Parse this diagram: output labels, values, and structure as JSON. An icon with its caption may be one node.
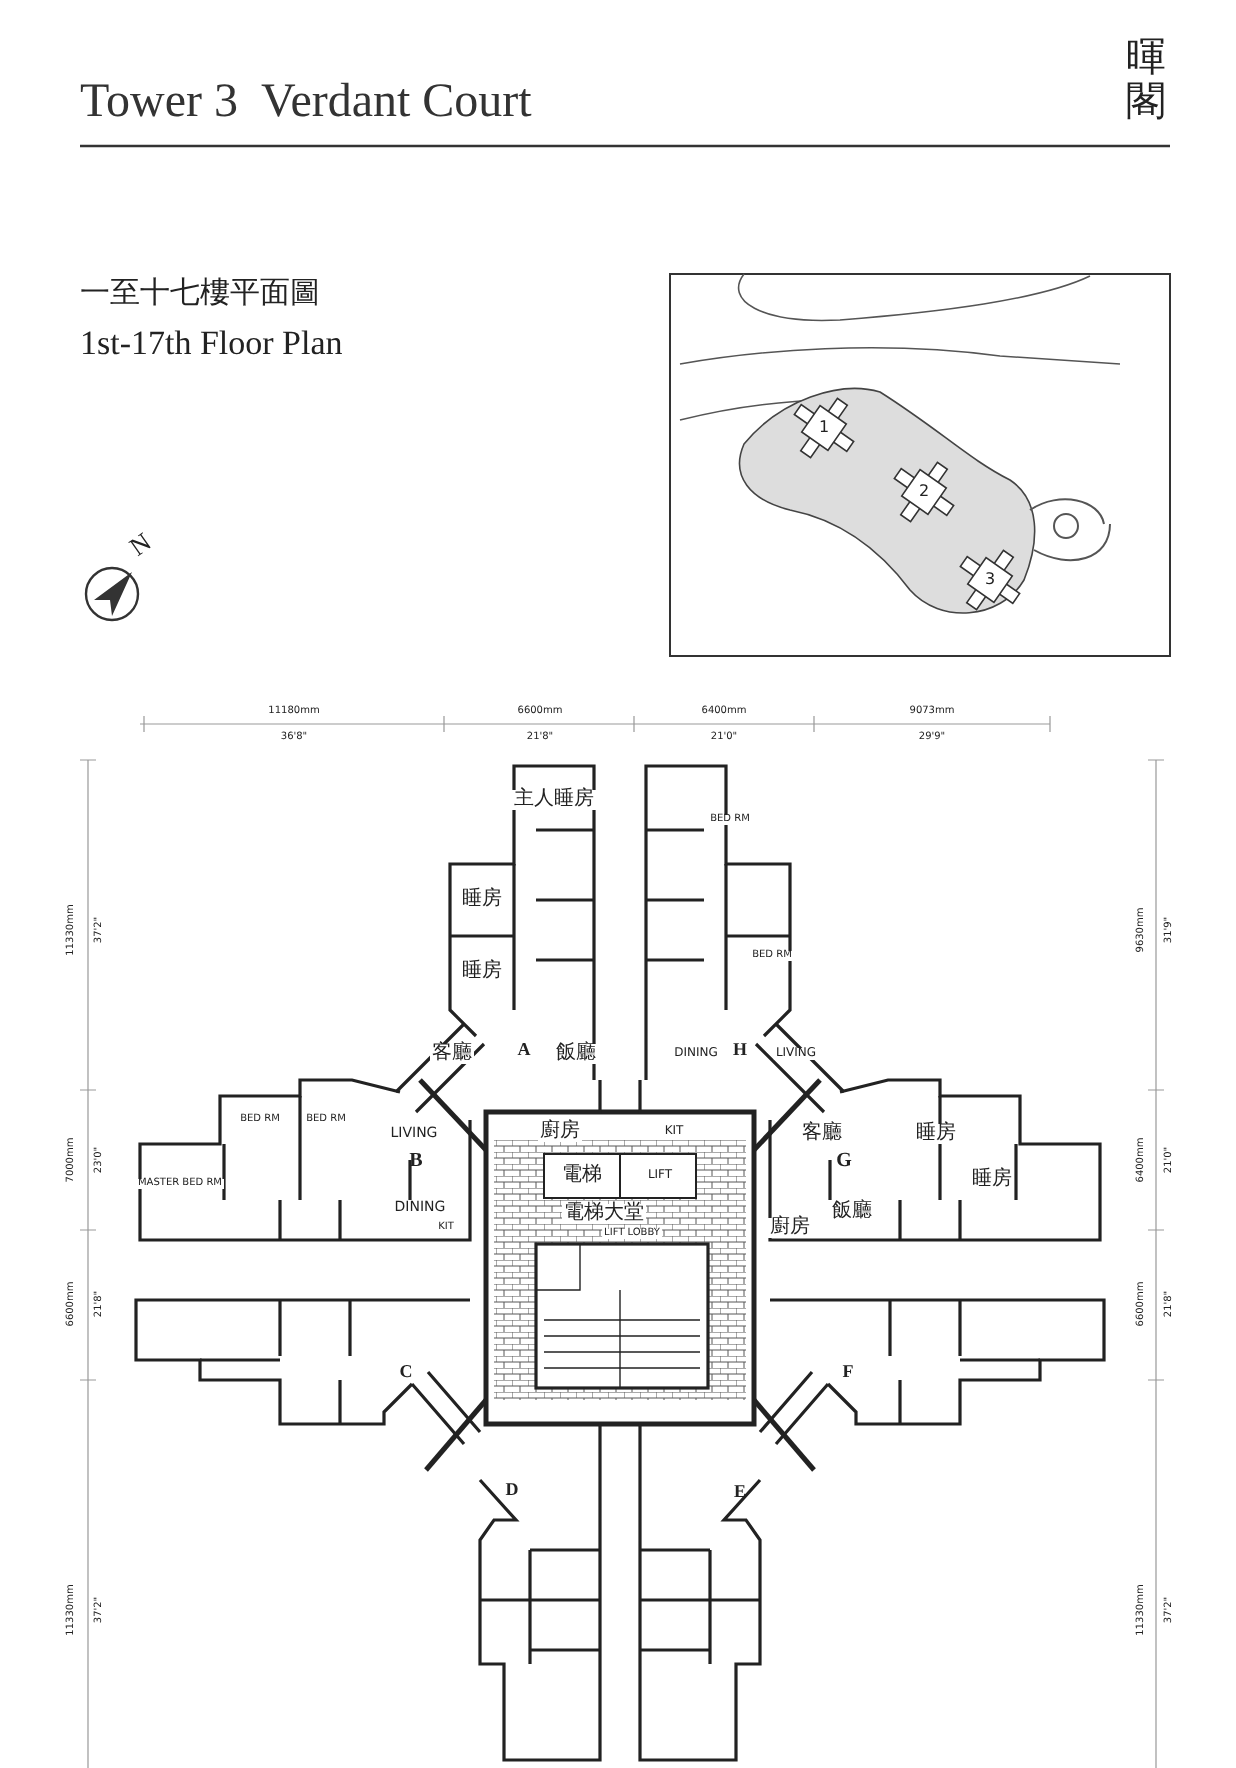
{
  "diagram": {
    "title": "Tower 3  Verdant Court",
    "labels": [
      "暉閣",
      "一至十七樓平面圖",
      "1st-17th Floor Plan",
      "1",
      "2",
      "3",
      "N",
      "11180mm",
      "36'8\"",
      "6600mm",
      "21'8\"",
      "6400mm",
      "21'0\"",
      "9073mm",
      "29'9\"",
      "主人睡房",
      "BED RM",
      "睡房",
      "BED RM",
      "睡房",
      "客廳",
      "A",
      "飯廳",
      "DINING",
      "H",
      "LIVING",
      "BED RM",
      "BED RM",
      "LIVING",
      "廚房",
      "KIT",
      "客廳",
      "睡房",
      "MASTER BED RM",
      "B",
      "電梯",
      "LIFT",
      "G",
      "睡房",
      "DINING",
      "電梯大堂",
      "飯廳",
      "KIT",
      "LIFT LOBBY",
      "廚房",
      "C",
      "F",
      "D",
      "E",
      "11330mm",
      "37'2\"",
      "7000mm",
      "23'0\"",
      "6600mm",
      "21'8\"",
      "11330mm",
      "37'2\"",
      "9630mm",
      "31'9\"",
      "6400mm",
      "21'0\"",
      "6600mm",
      "21'8\"",
      "11330mm",
      "37'2\""
    ]
  }
}
